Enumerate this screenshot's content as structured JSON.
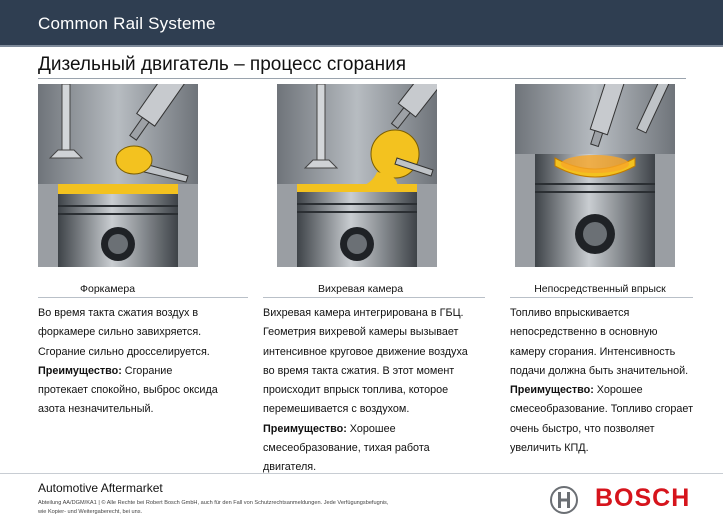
{
  "header": {
    "title": "Common Rail Systeme"
  },
  "page": {
    "title": "Дизельный двигатель – процесс сгорания"
  },
  "columns": [
    {
      "title": "Форкамера",
      "lines": [
        {
          "bold": "",
          "text": "Во время такта сжатия воздух в"
        },
        {
          "bold": "",
          "text": "форкамере сильно завихряется."
        },
        {
          "bold": "",
          "text": "Сгорание сильно дросселируется."
        },
        {
          "bold": "Преимущество:",
          "text": " Сгорание"
        },
        {
          "bold": "",
          "text": "протекает спокойно, выброс оксида"
        },
        {
          "bold": "",
          "text": "азота незначительный."
        }
      ]
    },
    {
      "title": "Вихревая камера",
      "lines": [
        {
          "bold": "",
          "text": "Вихревая камера интегрирована в ГБЦ."
        },
        {
          "bold": "",
          "text": "Геометрия вихревой камеры вызывает"
        },
        {
          "bold": "",
          "text": "интенсивное круговое движение воздуха"
        },
        {
          "bold": "",
          "text": "во время такта сжатия. В этот момент"
        },
        {
          "bold": "",
          "text": "происходит впрыск топлива, которое"
        },
        {
          "bold": "",
          "text": "перемешивается с воздухом."
        },
        {
          "bold": "Преимущество:",
          "text": " Хорошее"
        },
        {
          "bold": "",
          "text": "смесеобразование, тихая работа"
        },
        {
          "bold": "",
          "text": "двигателя."
        }
      ]
    },
    {
      "title": "Непосредственный впрыск",
      "lines": [
        {
          "bold": "",
          "text": "Топливо впрыскивается"
        },
        {
          "bold": "",
          "text": "непосредственно в основную"
        },
        {
          "bold": "",
          "text": "камеру сгорания. Интенсивность"
        },
        {
          "bold": "",
          "text": "подачи должна быть значительной."
        },
        {
          "bold": "Преимущество:",
          "text": " Хорошее"
        },
        {
          "bold": "",
          "text": "смесеобразование. Топливо сгорает"
        },
        {
          "bold": "",
          "text": "очень быстро, что позволяет"
        },
        {
          "bold": "",
          "text": "увеличить КПД."
        }
      ]
    }
  ],
  "footer": {
    "title": "Automotive Aftermarket",
    "legal_line1": "Abteilung AA/DGM/KA1 | © Alle Rechte bei Robert Bosch GmbH, auch für den Fall von Schutzrechtsanmeldungen. Jede Verfügungsbefugnis,",
    "legal_line2": "wie Kopier- und Weitergaberecht, bei uns.",
    "brand": "BOSCH",
    "brand_color": "#d6141c"
  },
  "colors": {
    "header_bg": "#2f3e51",
    "flame": "#f3c21f"
  },
  "icons": [
    "engine-prechamber-diagram",
    "engine-swirl-chamber-diagram",
    "engine-direct-injection-diagram",
    "bosch-emblem-icon"
  ]
}
